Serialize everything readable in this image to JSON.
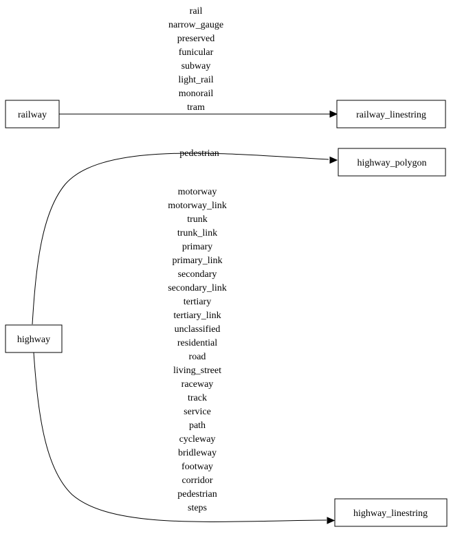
{
  "diagram": {
    "type": "graphviz-style directed graph",
    "nodes": {
      "railway": {
        "label": "railway"
      },
      "railway_linestring": {
        "label": "railway_linestring"
      },
      "highway": {
        "label": "highway"
      },
      "highway_polygon": {
        "label": "highway_polygon"
      },
      "highway_linestring": {
        "label": "highway_linestring"
      }
    },
    "edges": [
      {
        "from": "railway",
        "to": "railway_linestring",
        "labels": [
          "rail",
          "narrow_gauge",
          "preserved",
          "funicular",
          "subway",
          "light_rail",
          "monorail",
          "tram"
        ]
      },
      {
        "from": "highway",
        "to": "highway_polygon",
        "labels": [
          "pedestrian"
        ]
      },
      {
        "from": "highway",
        "to": "highway_linestring",
        "labels": [
          "motorway",
          "motorway_link",
          "trunk",
          "trunk_link",
          "primary",
          "primary_link",
          "secondary",
          "secondary_link",
          "tertiary",
          "tertiary_link",
          "unclassified",
          "residential",
          "road",
          "living_street",
          "raceway",
          "track",
          "service",
          "path",
          "cycleway",
          "bridleway",
          "footway",
          "corridor",
          "pedestrian",
          "steps"
        ]
      }
    ],
    "colors": {
      "background": "#ffffff",
      "stroke": "#000000",
      "text": "#000000"
    }
  }
}
